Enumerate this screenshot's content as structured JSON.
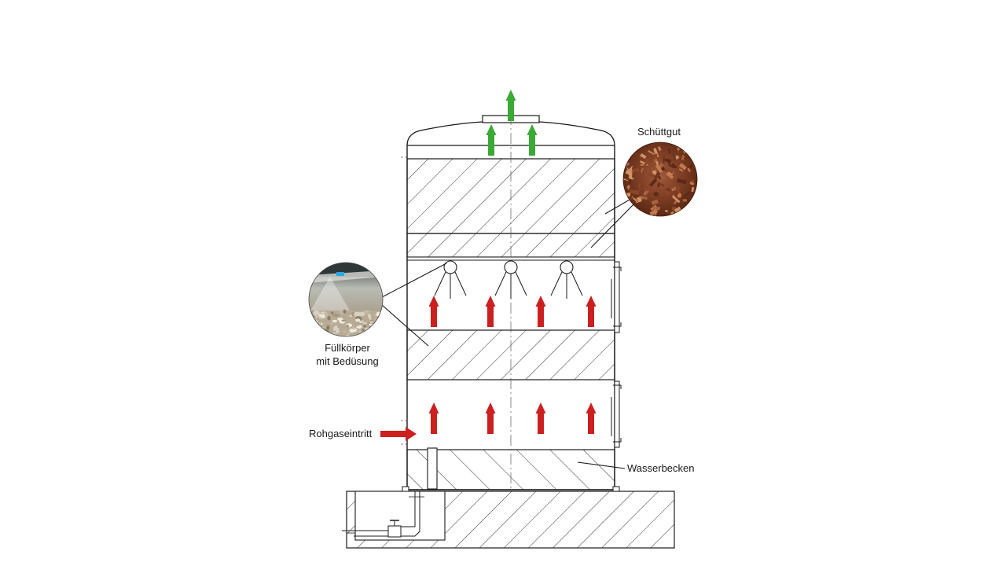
{
  "labels": {
    "schuettgut": "Schüttgut",
    "fuellkoerper_line1": "Füllkörper",
    "fuellkoerper_line2": "mit Bedüsung",
    "rohgaseintritt": "Rohgaseintritt",
    "wasserbecken": "Wasserbecken"
  },
  "colors": {
    "clean_air_arrow": "#3aaa35",
    "raw_gas_arrow": "#cc1f1f",
    "line": "#1a1a1a"
  },
  "photos": {
    "schuettgut": "wood-chips-photo",
    "fuellkoerper": "packing-with-nozzles-photo"
  }
}
